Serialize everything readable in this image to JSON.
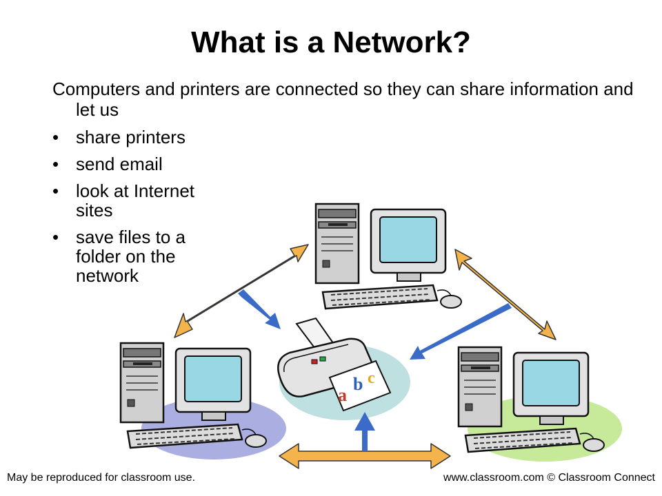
{
  "slide": {
    "title": "What is a Network?",
    "intro": "Computers and printers are connected so they can share information and let us",
    "bullet_symbol": "•",
    "bullets": [
      "share printers",
      "send email",
      "look at Internet sites",
      "save files to a folder on the network"
    ],
    "printer_paper_text": [
      "a",
      "b",
      "c"
    ],
    "footer_left": "May be reproduced for classroom use.",
    "footer_right": "www.classroom.com © Classroom Connect"
  },
  "colors": {
    "arrow_orange": "#f4b44b",
    "arrow_blue": "#3a6cc7",
    "screen_blue": "#99d7e5",
    "pad_lavender": "#aaaee0",
    "pad_green": "#c7e99a",
    "pad_printer": "#bfe0e0",
    "letter_a": "#c0392b",
    "letter_b": "#2d5fb8",
    "letter_c": "#e0a81c"
  }
}
